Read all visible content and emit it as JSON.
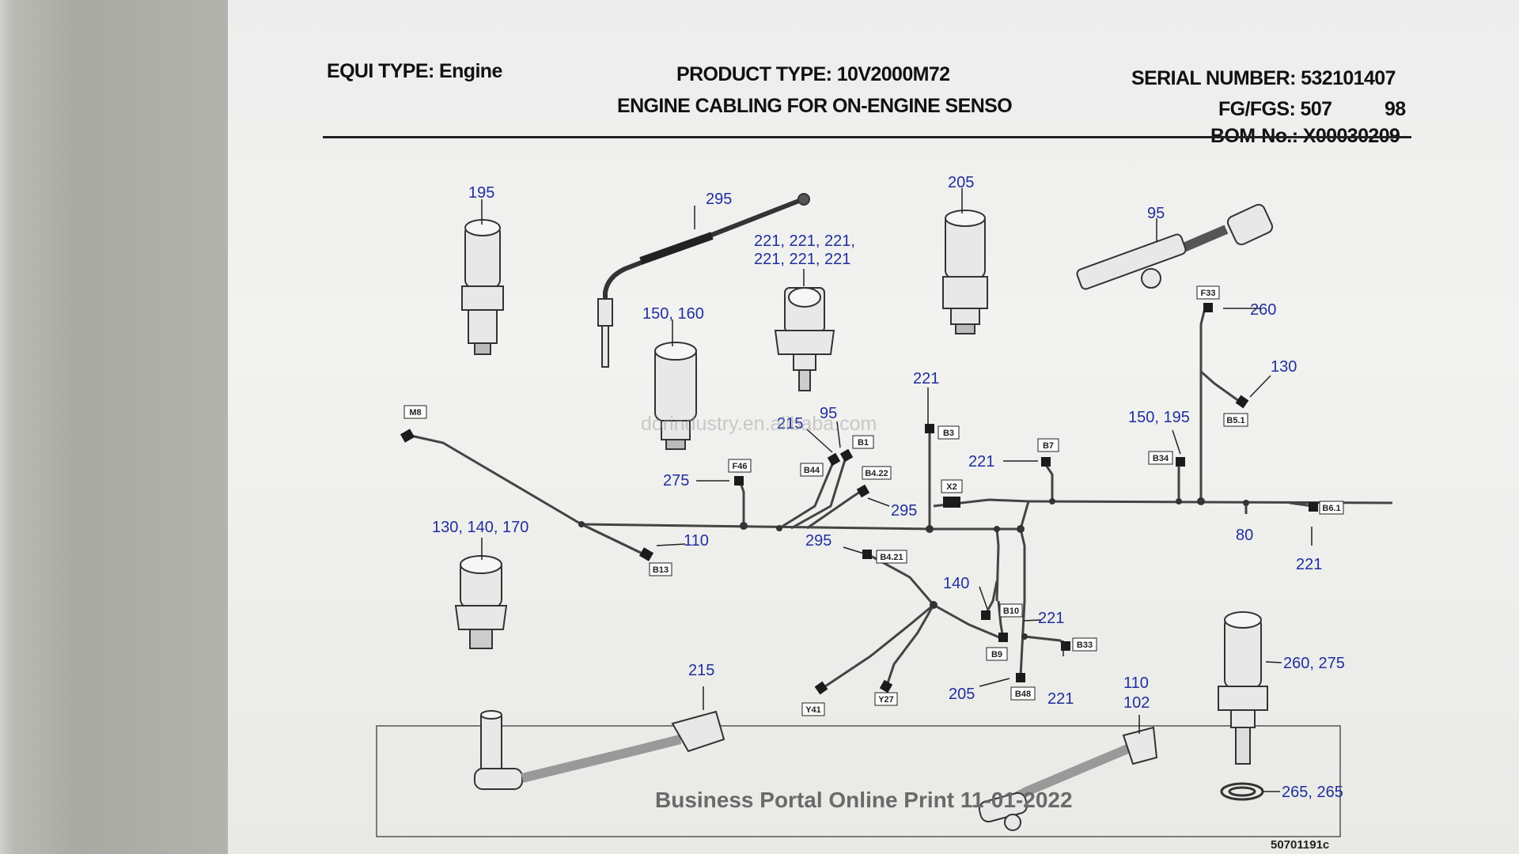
{
  "header": {
    "equi_type": "EQUI TYPE: Engine",
    "product_type": "PRODUCT TYPE: 10V2000M72",
    "description": "ENGINE CABLING FOR ON-ENGINE SENSO",
    "serial_number": "SERIAL NUMBER: 532101407",
    "fg_fgs": "FG/FGS: 507",
    "fg_fgs_suffix": "98",
    "bom_no": "BOM-No.: X00030209"
  },
  "watermark": "dorindustry.en.alibaba.com",
  "footer": {
    "portal_print": "Business Portal Online Print 11-01-2022",
    "drawing_number": "50701191c"
  },
  "part_numbers": {
    "p195": "195",
    "p295a": "295",
    "p221_group_line1": "221, 221, 221,",
    "p221_group_line2": "221, 221, 221",
    "p205": "205",
    "p95a": "95",
    "p150_160": "150, 160",
    "p260": "260",
    "p130": "130",
    "p221a": "221",
    "p215a": "215",
    "p95b": "95",
    "p150_195": "150, 195",
    "p221b": "221",
    "p275": "275",
    "p295b": "295",
    "p110": "110",
    "p130_140_170": "130, 140, 170",
    "p295c": "295",
    "p80": "80",
    "p221c": "221",
    "p140": "140",
    "p221d": "221",
    "p215b": "215",
    "p205b": "205",
    "p221e": "221",
    "p110_102_a": "110",
    "p110_102_b": "102",
    "p260_275": "260, 275",
    "p265_265": "265, 265"
  },
  "connectors": [
    "M8",
    "F46",
    "B44",
    "B1",
    "B4.22",
    "B3",
    "X2",
    "B7",
    "F33",
    "B5.1",
    "B34",
    "B6.1",
    "B13",
    "B4.21",
    "B10",
    "B9",
    "B33",
    "B48",
    "Y41",
    "Y27"
  ],
  "colors": {
    "part_number": "#1f2f9e",
    "paper": "#f0f0ee",
    "ink": "#111111"
  }
}
